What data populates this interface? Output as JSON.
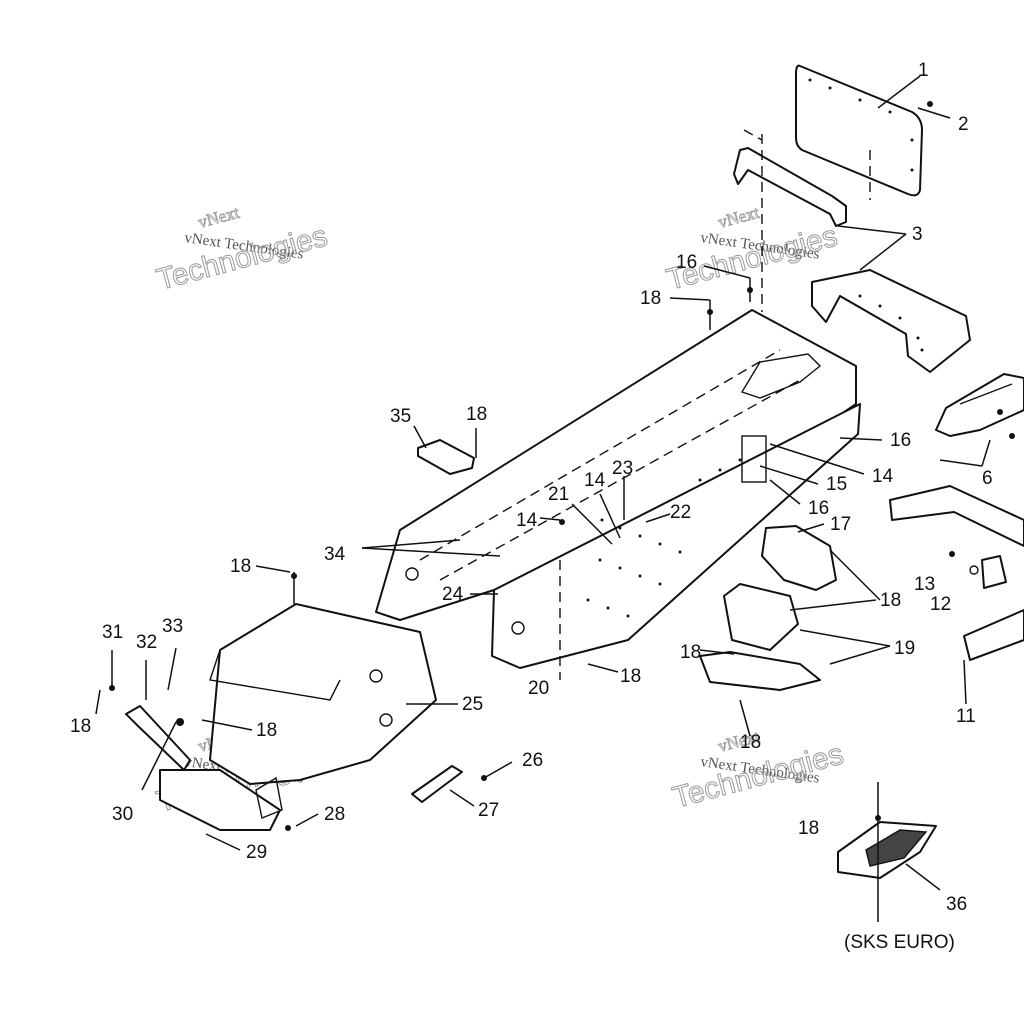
{
  "watermark": {
    "line1": "vNext",
    "line2": "Technologies",
    "line3": "vNext Technologies"
  },
  "callouts": [
    "1",
    "2",
    "3",
    "6",
    "11",
    "12",
    "13",
    "14",
    "15",
    "16",
    "17",
    "18",
    "19",
    "20",
    "21",
    "22",
    "23",
    "24",
    "25",
    "26",
    "27",
    "28",
    "29",
    "30",
    "31",
    "32",
    "33",
    "34",
    "35",
    "36"
  ],
  "note": "(SKS EURO)"
}
